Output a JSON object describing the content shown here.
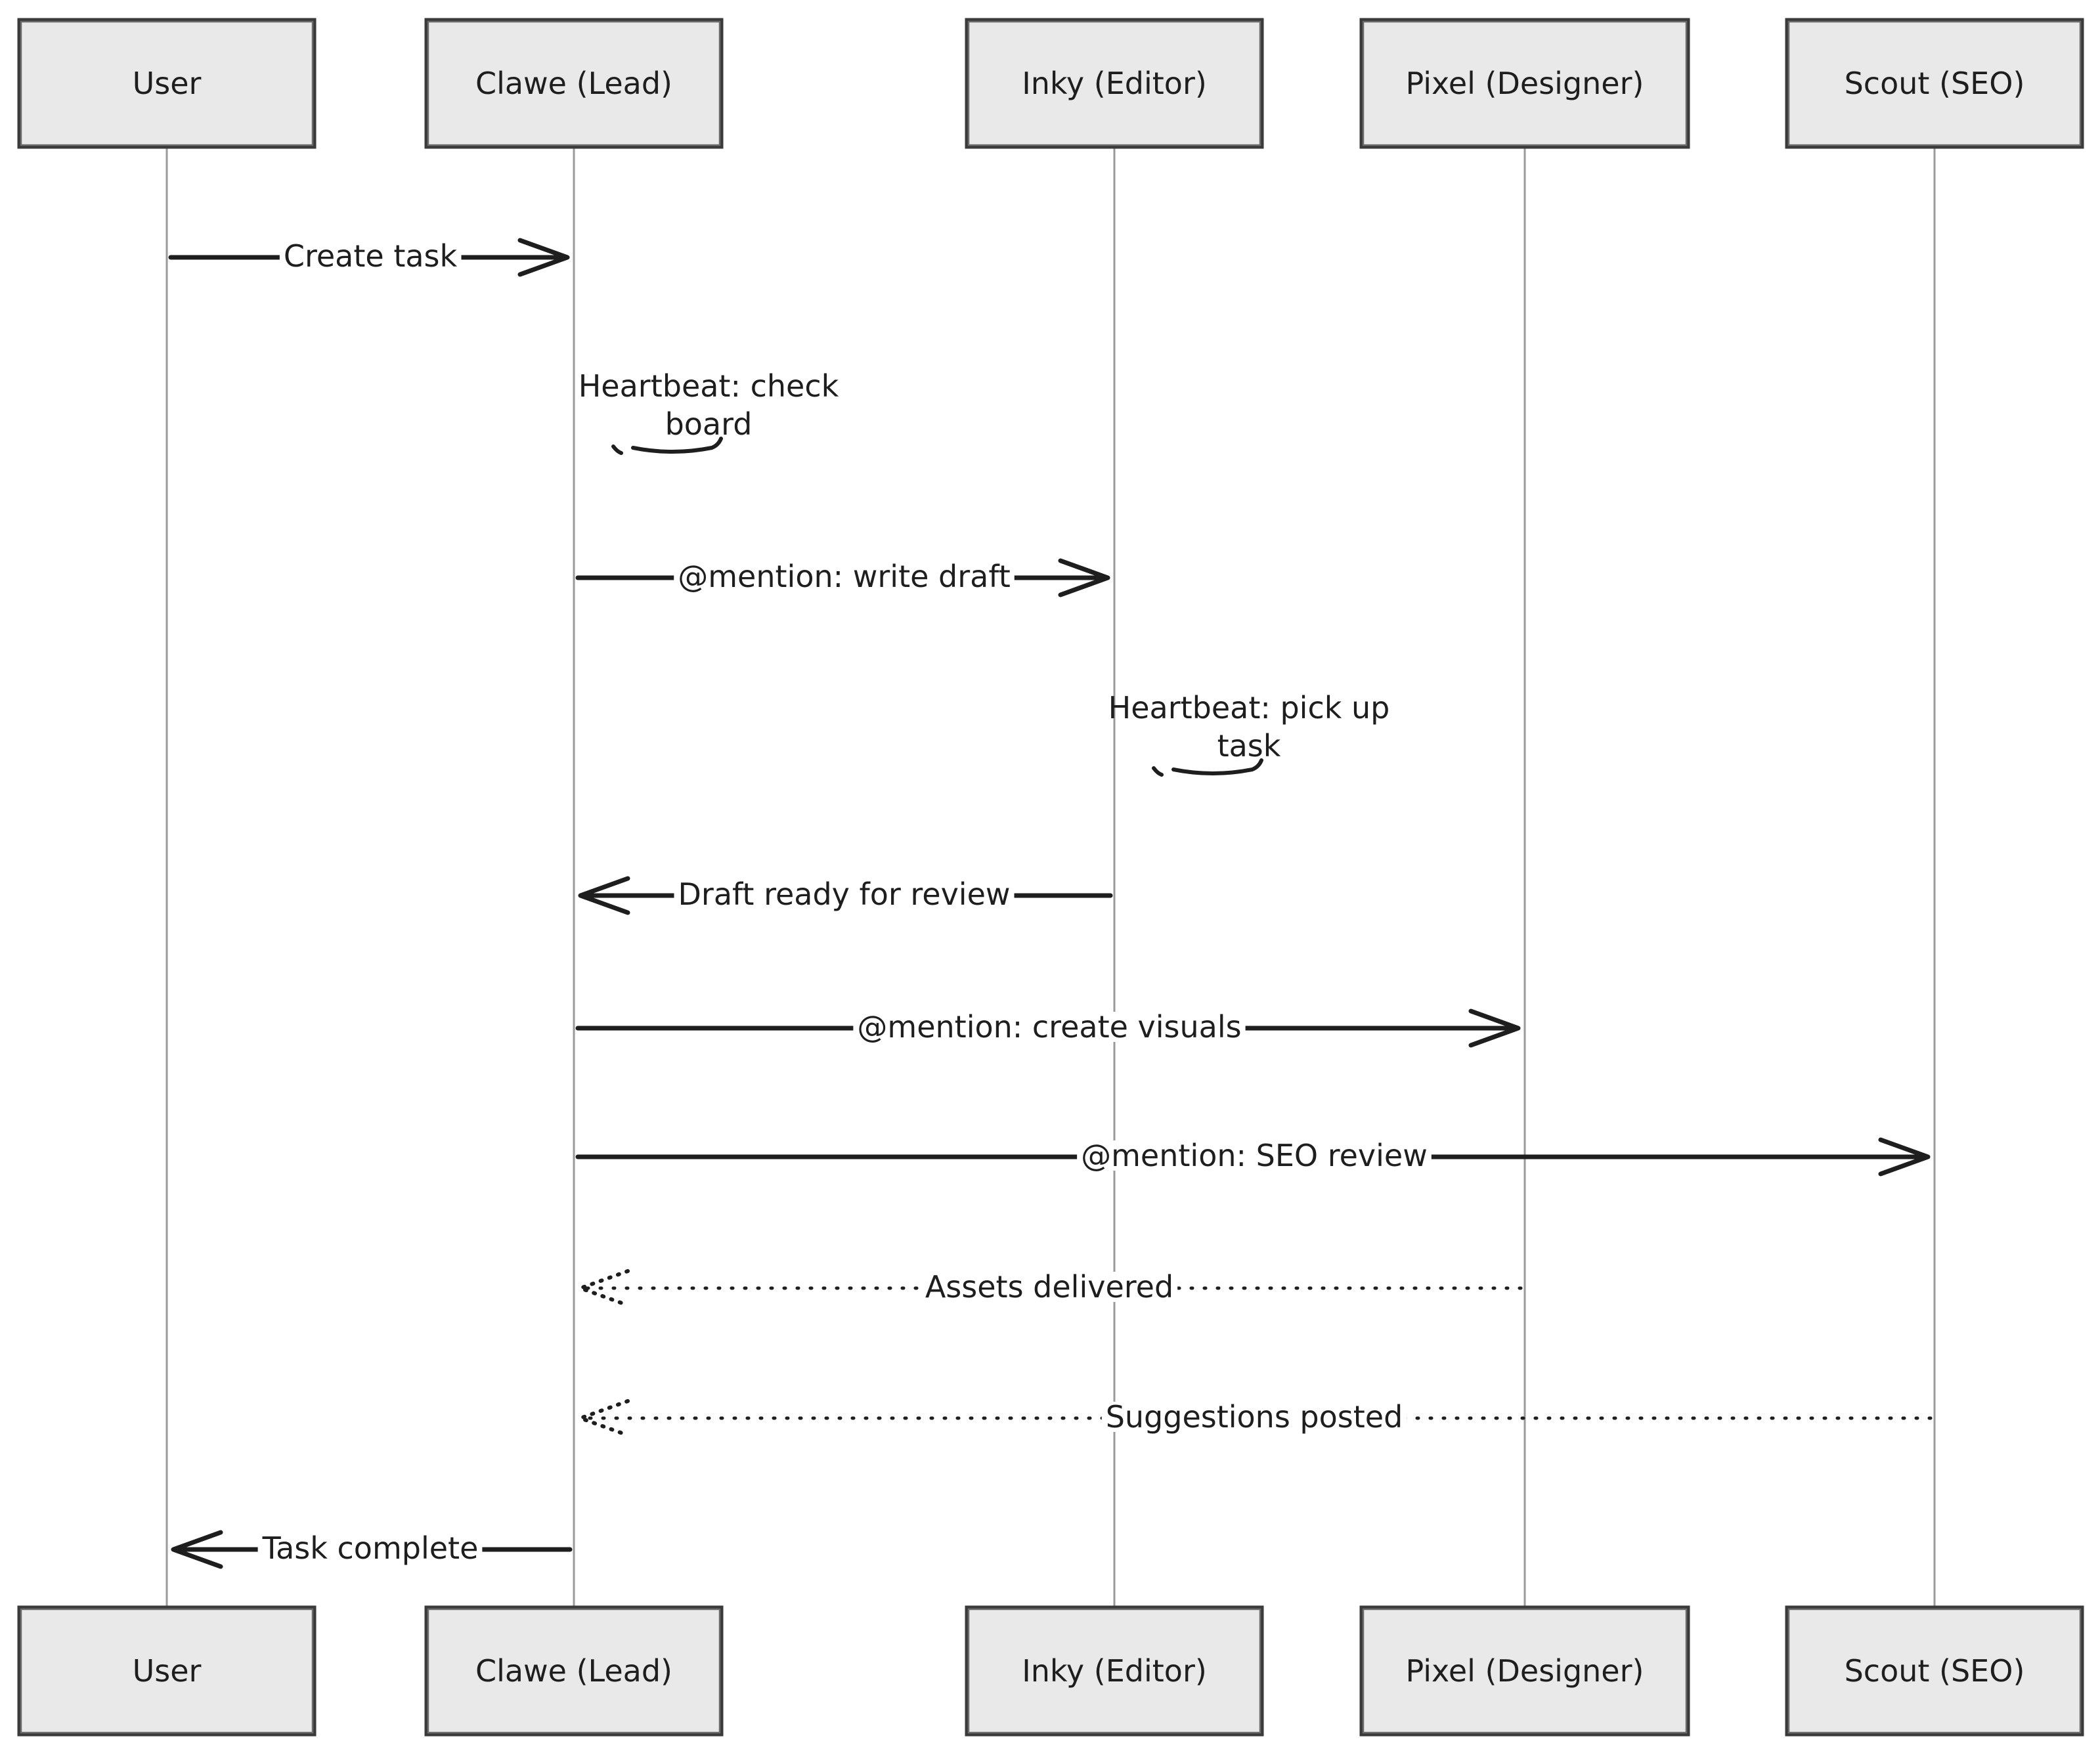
{
  "participants": [
    {
      "id": "user",
      "label": "User"
    },
    {
      "id": "clawe",
      "label": "Clawe (Lead)"
    },
    {
      "id": "inky",
      "label": "Inky (Editor)"
    },
    {
      "id": "pixel",
      "label": "Pixel (Designer)"
    },
    {
      "id": "scout",
      "label": "Scout (SEO)"
    }
  ],
  "messages": [
    {
      "from": "user",
      "to": "clawe",
      "kind": "solid",
      "label_lines": [],
      "label": "Create task"
    },
    {
      "from": "clawe",
      "to": "clawe",
      "kind": "self",
      "label_lines": [
        "Heartbeat: check",
        "board"
      ]
    },
    {
      "from": "clawe",
      "to": "inky",
      "kind": "solid",
      "label": "@mention: write draft"
    },
    {
      "from": "inky",
      "to": "inky",
      "kind": "self",
      "label_lines": [
        "Heartbeat: pick up",
        "task"
      ]
    },
    {
      "from": "inky",
      "to": "clawe",
      "kind": "solid",
      "label": "Draft ready for review"
    },
    {
      "from": "clawe",
      "to": "pixel",
      "kind": "solid",
      "label": "@mention: create visuals"
    },
    {
      "from": "clawe",
      "to": "scout",
      "kind": "solid",
      "label": "@mention: SEO review"
    },
    {
      "from": "pixel",
      "to": "clawe",
      "kind": "dotted",
      "label": "Assets delivered"
    },
    {
      "from": "scout",
      "to": "clawe",
      "kind": "dotted",
      "label": "Suggestions posted"
    },
    {
      "from": "clawe",
      "to": "user",
      "kind": "solid",
      "label": "Task complete"
    }
  ]
}
